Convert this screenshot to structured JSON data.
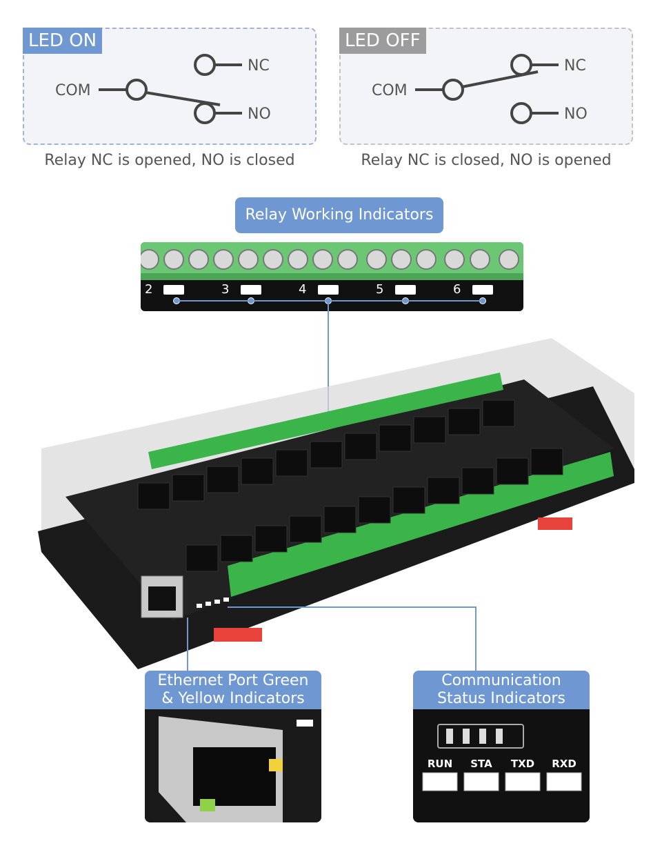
{
  "led_on": {
    "tag": "LED ON",
    "com": "COM",
    "nc": "NC",
    "no": "NO",
    "caption": "Relay NC is opened, NO is closed",
    "tag_color": "#6f98d3"
  },
  "led_off": {
    "tag": "LED OFF",
    "com": "COM",
    "nc": "NC",
    "no": "NO",
    "caption": "Relay NC is closed, NO is opened",
    "tag_color": "#9c9c9c"
  },
  "relay_indicators": {
    "label": "Relay Working Indicators",
    "channel_numbers": [
      "2",
      "3",
      "4",
      "5",
      "6"
    ]
  },
  "ethernet": {
    "label_line1": "Ethernet Port Green",
    "label_line2": "& Yellow Indicators"
  },
  "comm_status": {
    "label_line1": "Communication",
    "label_line2": "Status Indicators",
    "leds": [
      "RUN",
      "STA",
      "TXD",
      "RXD"
    ]
  },
  "colors": {
    "accent_blue": "#6f98d3",
    "terminal_green": "#3bb54a",
    "board_black": "#161616"
  }
}
